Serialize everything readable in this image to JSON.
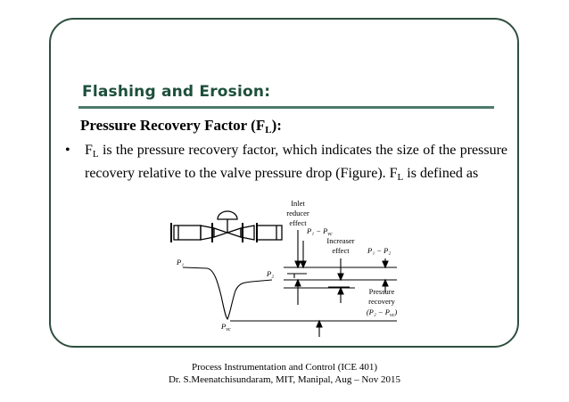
{
  "slide": {
    "title": "Flashing and Erosion:",
    "subhead_main": "Pressure Recovery Factor (F",
    "subhead_sub": "L",
    "subhead_end": "):",
    "bullet": {
      "symbol": "•",
      "part1": "F",
      "part1_sub": "L",
      "part2": " is the pressure recovery factor, which indicates the size of the pressure recovery relative to the valve pressure drop (Figure). F",
      "part2_sub": "L",
      "part3": " is defined as"
    }
  },
  "figure": {
    "labels": {
      "inlet_line1": "Inlet",
      "inlet_line2": "reducer",
      "inlet_line3": "effect",
      "p1_minus_pvc": "P₁ − P",
      "p1_minus_pvc_sub": "vc",
      "increaser_line1": "Increaser",
      "increaser_line2": "effect",
      "p1_minus_p2": "P₁ − P₂",
      "p1": "P₁",
      "p2": "P₂",
      "pvc": "P",
      "pvc_sub": "vc",
      "recovery_line1": "Pressure",
      "recovery_line2": "recovery",
      "recovery_line3_a": "(P₂ − P",
      "recovery_line3_sub": "vc",
      "recovery_line3_b": ")"
    }
  },
  "footer": {
    "line1": "Process Instrumentation and Control (ICE 401)",
    "line2": "Dr. S.Meenatchisundaram, MIT, Manipal, Aug – Nov 2015"
  }
}
